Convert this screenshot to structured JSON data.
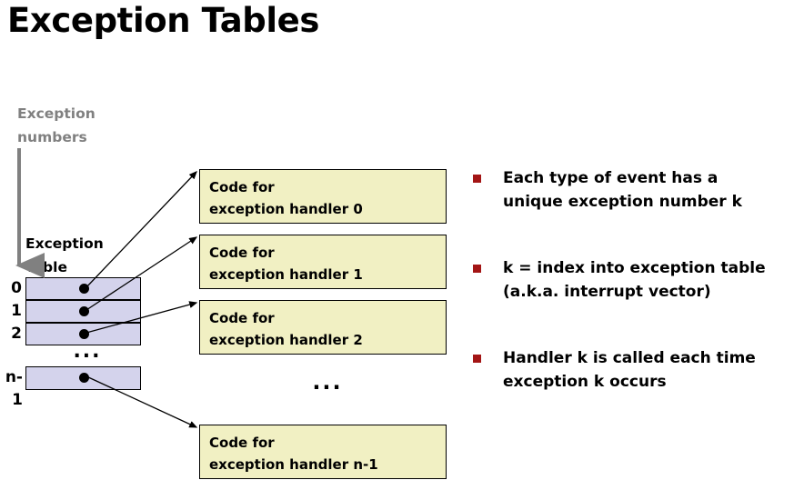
{
  "slide": {
    "title": "Exception Tables",
    "background_color": "#ffffff"
  },
  "diagram": {
    "exception_numbers_label": "Exception\nnumbers",
    "exception_numbers_label_color": "#808080",
    "exception_table_label": "Exception\nTable",
    "table_fill_color": "#d4d3ec",
    "table_border_color": "#000000",
    "code_box_fill_color": "#f1f0c3",
    "code_box_border_color": "#000000",
    "table_rows": [
      {
        "index": "0",
        "target": "Code for\nexception handler 0"
      },
      {
        "index": "1",
        "target": "Code for\nexception handler 1"
      },
      {
        "index": "2",
        "target": "Code for\nexception handler 2"
      },
      {
        "index": "n-1",
        "target": "Code for\nexception handler n-1"
      }
    ],
    "table_ellipsis": "...",
    "handlers_ellipsis": "...",
    "code_boxes": [
      {
        "line1": "Code for",
        "line2": "exception handler 0",
        "text": "Code for\nexception handler 0"
      },
      {
        "line1": "Code for",
        "line2": "exception handler 1",
        "text": "Code for\nexception handler 1"
      },
      {
        "line1": "Code for",
        "line2": "exception handler 2",
        "text": "Code for\nexception handler 2"
      },
      {
        "line1": "Code for",
        "line2": "exception handler n-1",
        "text": "Code for\nexception handler n-1"
      }
    ]
  },
  "bullets": {
    "marker_color": "#a31515",
    "items": [
      {
        "text": "Each type of event has a\nunique exception number k"
      },
      {
        "text": "k = index into exception table\n(a.k.a. interrupt vector)"
      },
      {
        "text": "Handler k is called each time\nexception k occurs"
      }
    ]
  }
}
